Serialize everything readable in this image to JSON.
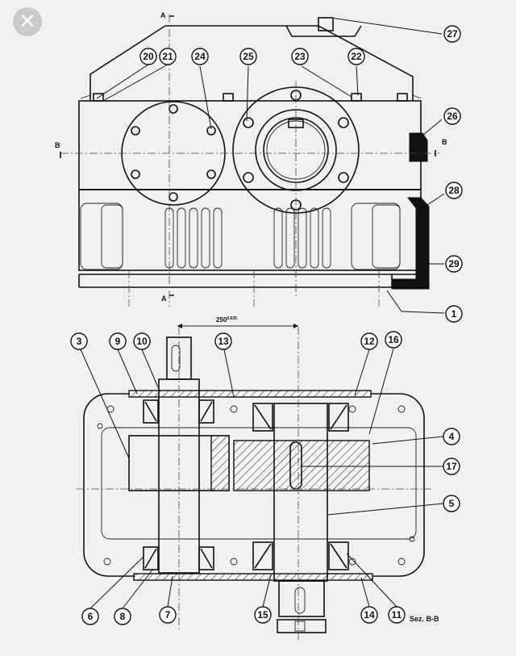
{
  "window": {
    "close_icon": "close-icon",
    "close_glyph": "✕"
  },
  "drawing": {
    "section_marks": {
      "a_top": "A",
      "a_bottom": "A",
      "b_left": "B",
      "b_right": "B"
    },
    "dimension_label": "250",
    "dimension_superscript": "0.035",
    "section_caption": "Sez. B-B",
    "callouts_top": [
      "20",
      "21",
      "24",
      "25",
      "23",
      "22",
      "27",
      "26",
      "28",
      "29",
      "1"
    ],
    "callouts_bottom": [
      "3",
      "9",
      "10",
      "13",
      "12",
      "16",
      "4",
      "17",
      "5",
      "6",
      "8",
      "7",
      "15",
      "14",
      "11"
    ]
  },
  "colors": {
    "background": "#f1f1f1",
    "ink": "#111111",
    "close_button": "#c9c9c9"
  }
}
